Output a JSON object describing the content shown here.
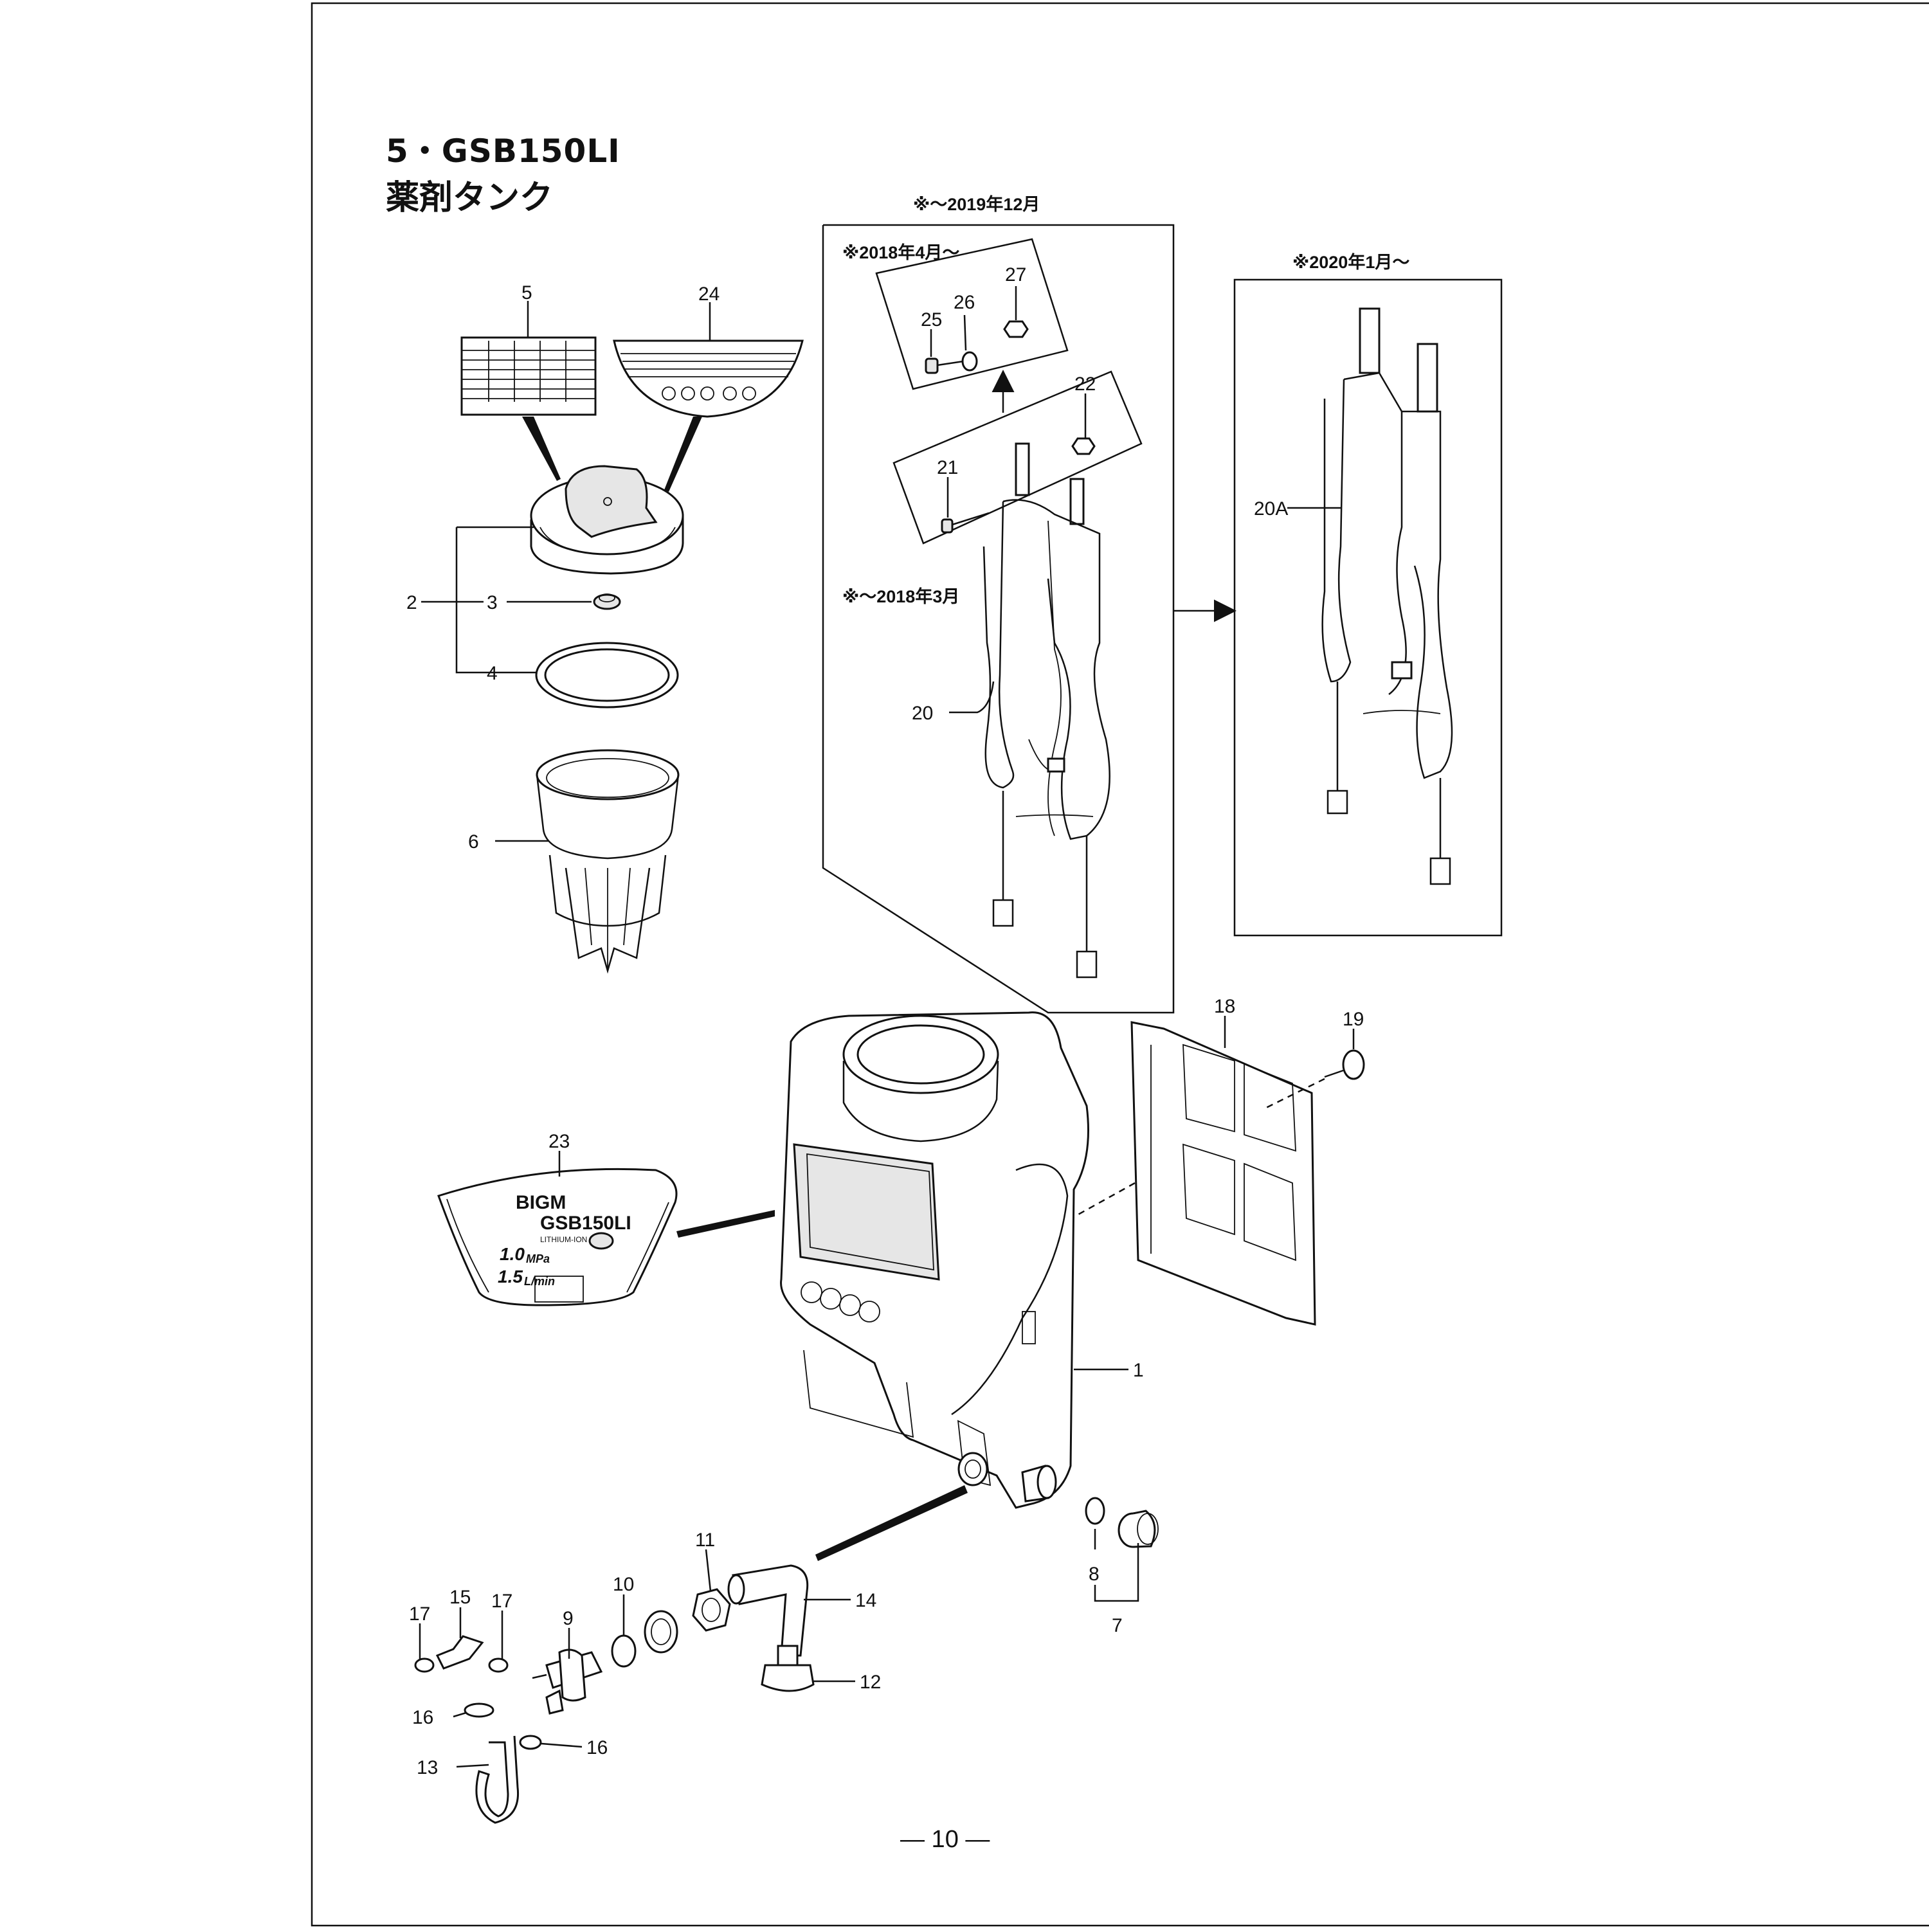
{
  "header": {
    "title": "5・GSB150LI",
    "subtitle": "薬剤タンク"
  },
  "notes": {
    "until_2019_12": "※～2019年12月",
    "from_2018_04": "※2018年4月～",
    "until_2018_03": "※～2018年3月",
    "from_2020_01": "※2020年1月～"
  },
  "labels": {
    "p1": "1",
    "p2": "2",
    "p3": "3",
    "p4": "4",
    "p5": "5",
    "p6": "6",
    "p7": "7",
    "p8": "8",
    "p9": "9",
    "p10": "10",
    "p11": "11",
    "p12": "12",
    "p13": "13",
    "p14": "14",
    "p15": "15",
    "p16a": "16",
    "p16b": "16",
    "p17a": "17",
    "p17b": "17",
    "p18": "18",
    "p19": "19",
    "p20": "20",
    "p20A": "20A",
    "p21": "21",
    "p22": "22",
    "p23": "23",
    "p24": "24",
    "p25": "25",
    "p26": "26",
    "p27": "27"
  },
  "decal": {
    "brand": "BIGM",
    "model": "GSB150LI",
    "battery": "LITHIUM-ION",
    "pressure_value": "1.0",
    "pressure_unit": "MPa",
    "flow_value": "1.5",
    "flow_unit": "L/min"
  },
  "footer": {
    "page": "— 10 —"
  }
}
